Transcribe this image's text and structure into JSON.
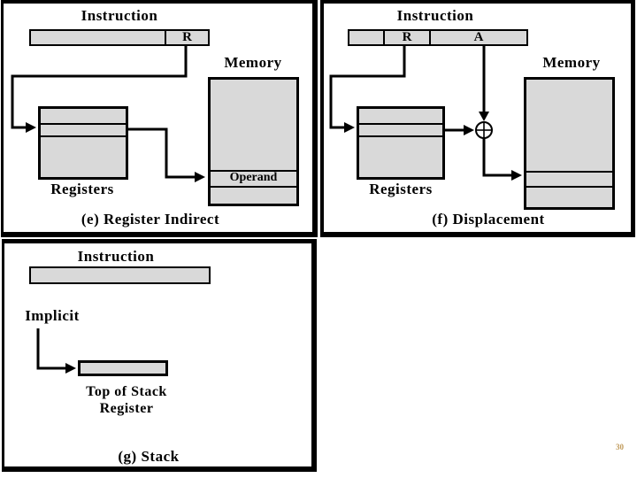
{
  "page_number": "30",
  "colors": {
    "box_fill": "#d9d9d9",
    "line": "#000000",
    "page_number_color": "#c09a5a"
  },
  "panels": {
    "register_indirect": {
      "instruction_label": "Instruction",
      "fields": {
        "r": "R"
      },
      "memory_label": "Memory",
      "registers_label": "Registers",
      "operand_label": "Operand",
      "caption": "(e) Register Indirect"
    },
    "displacement": {
      "instruction_label": "Instruction",
      "fields": {
        "r": "R",
        "a": "A"
      },
      "memory_label": "Memory",
      "registers_label": "Registers",
      "caption": "(f) Displacement"
    },
    "stack": {
      "instruction_label": "Instruction",
      "implicit_label": "Implicit",
      "top_of_stack_line1": "Top of Stack",
      "top_of_stack_line2": "Register",
      "caption": "(g) Stack"
    }
  }
}
